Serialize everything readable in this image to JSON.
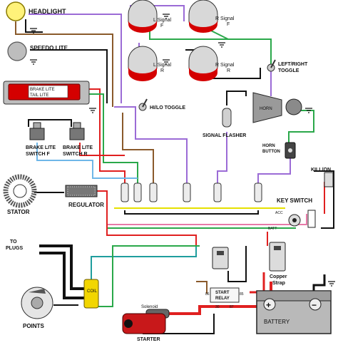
{
  "labels": {
    "headlight": "HEADLIGHT",
    "speedo_lite": "SPEEDO LITE",
    "l_signal_f": "L Signal",
    "l_signal_f_sub": "F",
    "r_signal_f": "R Signal",
    "r_signal_f_sub": "F",
    "l_signal_r": "L Signal",
    "l_signal_r_sub": "R",
    "r_signal_r": "R Signal",
    "r_signal_r_sub": "R",
    "left_right_toggle_1": "LEFT/RIGHT",
    "left_right_toggle_2": "TOGGLE",
    "brake_lite": "BRAKE LITE",
    "tail_lite": "TAIL LITE",
    "hilo_toggle": "HI/LO TOGGLE",
    "horn": "HORN",
    "brake_switch_f_1": "BRAKE LITE",
    "brake_switch_f_2": "SWITCH  F",
    "brake_switch_r_1": "BRAKE LITE",
    "brake_switch_r_2": "SWITCH  R",
    "signal_flasher": "SIGNAL FLASHER",
    "horn_button_1": "HORN",
    "horn_button_2": "BUTTON",
    "kill_on": "KILL/ON",
    "stator": "STATOR",
    "regulator": "REGULATOR",
    "key_switch": "KEY SWITCH",
    "acc": "ACC",
    "batt": "BATT",
    "to_plugs_1": "TO",
    "to_plugs_2": "PLUGS",
    "points": "POINTS",
    "coil": "COIL",
    "solenoid": "Solenoid",
    "starter": "STARTER",
    "start_relay_1": "START",
    "start_relay_2": "RELAY",
    "copper_1": "Copper",
    "copper_2": "Strap",
    "battery": "BATTERY",
    "plus": "+",
    "minus": "−",
    "pin_85": "85",
    "pin_86": "86",
    "pin_87": "87",
    "pin_30": "30"
  },
  "colors": {
    "wire_black": "#111111",
    "wire_red": "#e02020",
    "wire_purple": "#9b6bd6",
    "wire_green": "#2aa84a",
    "wire_yellow": "#e6e000",
    "wire_brown": "#8a5a2b",
    "wire_teal": "#1f9d9d",
    "wire_lightblue": "#6fb7e8",
    "wire_pink": "#e77aa8",
    "lens_red": "#d40000",
    "headlight_yellow": "#fff27a",
    "coil_yellow": "#f2d600",
    "starter_red": "#c8181a",
    "battery_gray": "#b9b9b9"
  }
}
